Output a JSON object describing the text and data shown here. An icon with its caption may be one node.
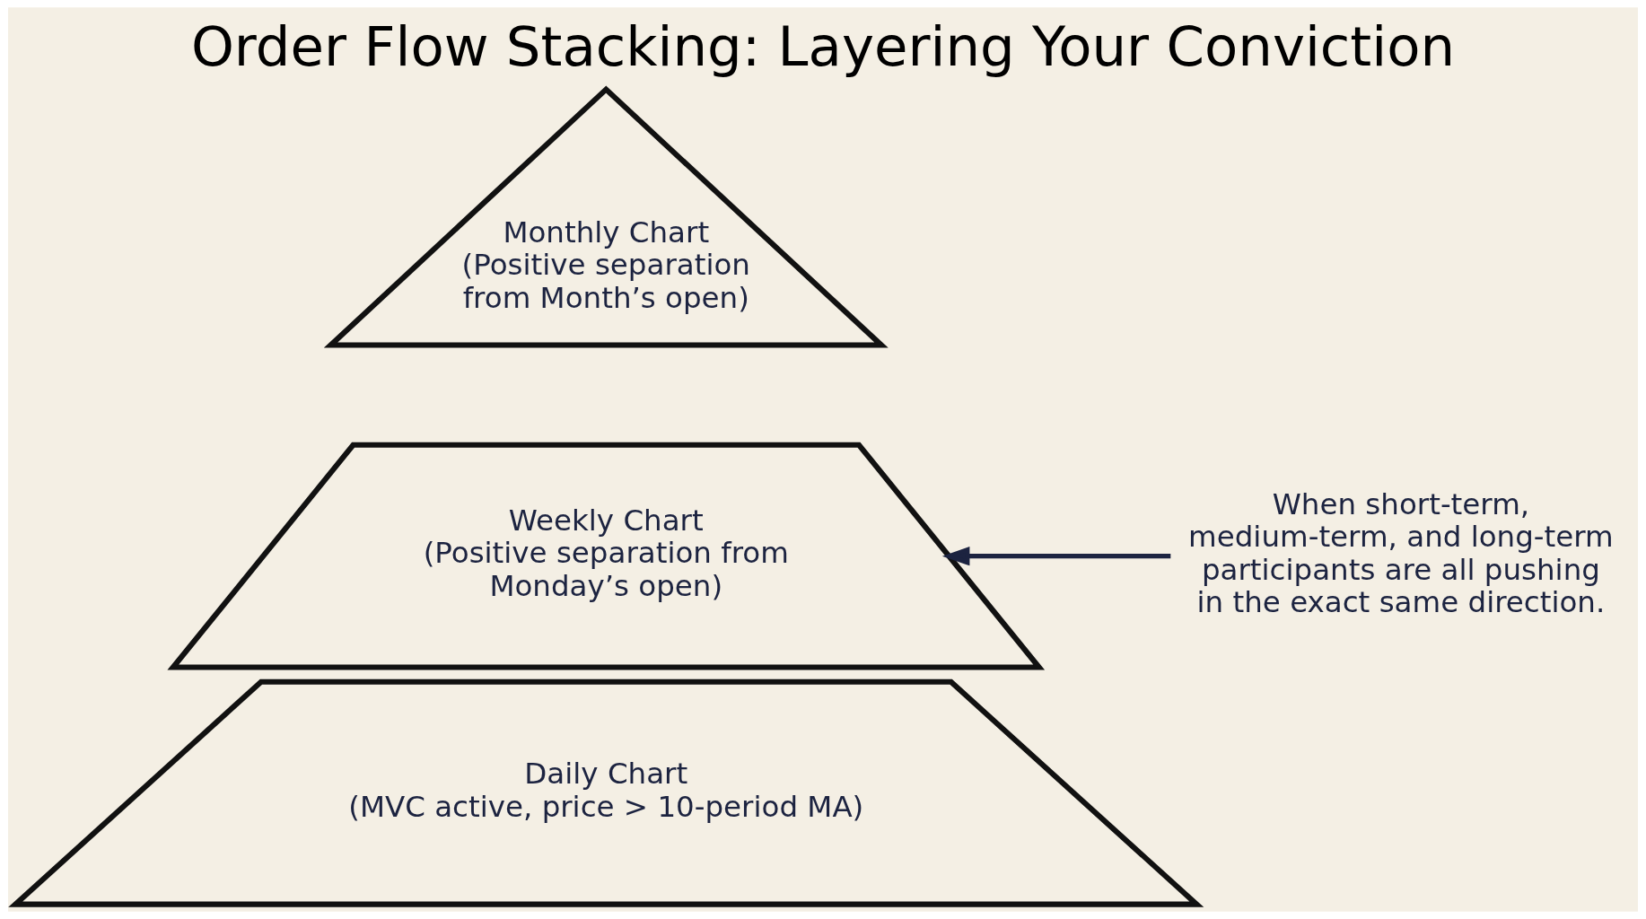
{
  "diagram": {
    "title": "Order Flow Stacking: Layering Your Conviction",
    "nodes": [
      {
        "text": [
          "Monthly Chart",
          "(Positive separation from Month’s open)"
        ]
      },
      {
        "text": [
          "Weekly Chart",
          "(Positive separation from Monday’s open)"
        ]
      },
      {
        "text": [
          "Daily Chart",
          "(MVC active, price > 10-period MA)"
        ]
      },
      {
        "text": [
          "When short-term, medium-term, and long-term participants are all pushing in the exact same direction."
        ]
      }
    ],
    "edges": [
      {
        "from": 3,
        "to": 1,
        "arrow": "to"
      }
    ]
  }
}
